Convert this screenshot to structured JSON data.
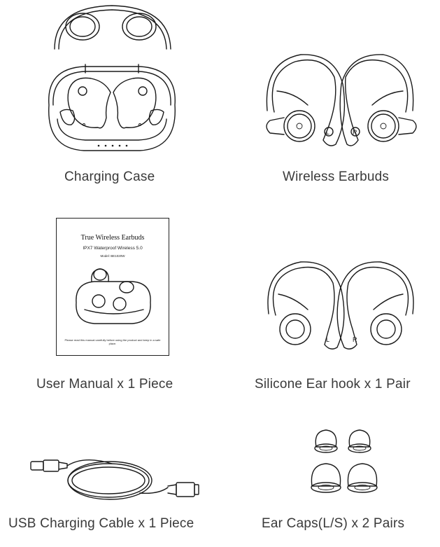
{
  "items": [
    {
      "caption": "Charging Case"
    },
    {
      "caption": "Wireless Earbuds"
    },
    {
      "caption": "User Manual x 1 Piece"
    },
    {
      "caption": "Silicone Ear hook x 1 Pair"
    },
    {
      "caption": "USB Charging Cable x 1 Piece"
    },
    {
      "caption": "Ear Caps(L/S) x 2 Pairs"
    }
  ],
  "manual": {
    "title": "True Wireless Earbuds",
    "subtitle": "IPX7 Waterproof Wireless 5.0",
    "model": "Model: BE1020W",
    "note": "Please read this manual carefully before using the product and keep in a safe place."
  },
  "labels": {
    "left": "L",
    "right": "R"
  }
}
